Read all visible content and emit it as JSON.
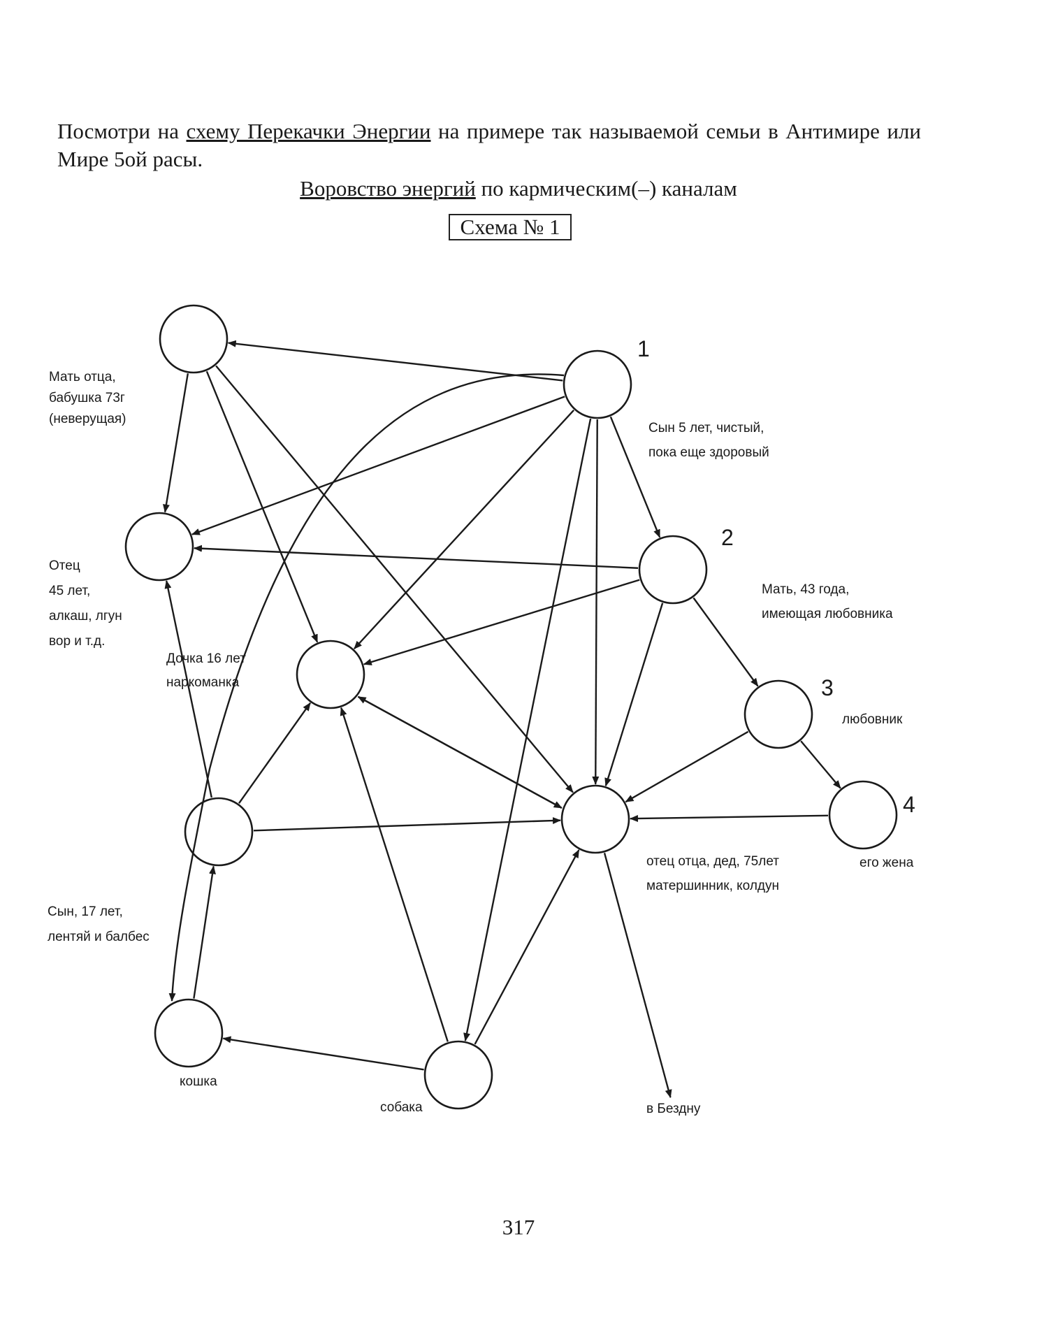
{
  "intro": {
    "part1": "Посмотри на ",
    "link": "схему Перекачки Энергии",
    "part2": " на примере так называемой семьи в Антимире или Мире 5ой расы."
  },
  "subtitle": {
    "underlined": "Воровство энергий",
    "rest": " по кармическим(–) каналам"
  },
  "scheme_label": "Схема № 1",
  "page_number": "317",
  "diagram": {
    "nodes": [
      {
        "id": "grandmother",
        "lines": [
          "Мать отца,",
          "бабушка 73г",
          "(неверущая)"
        ]
      },
      {
        "id": "son5",
        "number": "1",
        "lines": [
          "Сын 5 лет, чистый,",
          "пока еще здоровый"
        ]
      },
      {
        "id": "father",
        "lines": [
          "Отец",
          "45 лет,",
          "алкаш, лгун",
          "вор и т.д."
        ]
      },
      {
        "id": "mother",
        "number": "2",
        "lines": [
          "Мать, 43 года,",
          "имеющая любовника"
        ]
      },
      {
        "id": "daughter",
        "lines": [
          "Дочка 16 лет",
          "наркоманка"
        ]
      },
      {
        "id": "lover",
        "number": "3",
        "lines": [
          "любовник"
        ]
      },
      {
        "id": "grandfather",
        "lines": [
          "отец отца, дед, 75лет",
          "матершинник, колдун"
        ]
      },
      {
        "id": "lover_wife",
        "number": "4",
        "lines": [
          "его жена"
        ]
      },
      {
        "id": "son17",
        "lines": [
          "Сын, 17 лет,",
          "лентяй и балбес"
        ]
      },
      {
        "id": "cat",
        "lines": [
          "кошка"
        ]
      },
      {
        "id": "dog",
        "lines": [
          "собака"
        ]
      },
      {
        "id": "abyss",
        "lines": [
          "в Бездну"
        ]
      }
    ],
    "edges": [
      [
        "son5",
        "grandmother"
      ],
      [
        "son5",
        "father"
      ],
      [
        "son5",
        "daughter"
      ],
      [
        "son5",
        "grandfather"
      ],
      [
        "son5",
        "mother"
      ],
      [
        "son5",
        "dog"
      ],
      [
        "son5",
        "cat"
      ],
      [
        "grandmother",
        "father"
      ],
      [
        "grandmother",
        "daughter"
      ],
      [
        "grandmother",
        "grandfather"
      ],
      [
        "mother",
        "father"
      ],
      [
        "mother",
        "daughter"
      ],
      [
        "mother",
        "grandfather"
      ],
      [
        "mother",
        "lover"
      ],
      [
        "lover",
        "grandfather"
      ],
      [
        "lover",
        "lover_wife"
      ],
      [
        "lover_wife",
        "grandfather"
      ],
      [
        "son17",
        "father"
      ],
      [
        "son17",
        "daughter"
      ],
      [
        "son17",
        "grandfather"
      ],
      [
        "daughter",
        "grandfather"
      ],
      [
        "grandfather",
        "daughter"
      ],
      [
        "cat",
        "son17"
      ],
      [
        "dog",
        "cat"
      ],
      [
        "dog",
        "daughter"
      ],
      [
        "dog",
        "grandfather"
      ],
      [
        "grandfather",
        "abyss"
      ]
    ]
  }
}
